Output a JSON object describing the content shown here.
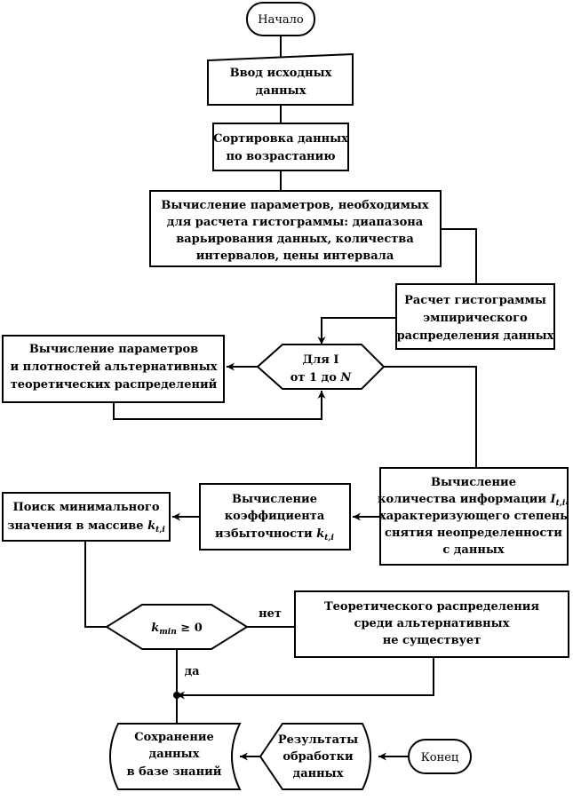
{
  "start": {
    "label": "Начало"
  },
  "input": {
    "lines": [
      "Ввод исходных",
      "данных"
    ]
  },
  "sort": {
    "lines": [
      "Сортировка данных",
      "по возрастанию"
    ]
  },
  "params": {
    "lines": [
      "Вычисление параметров, необходимых",
      "для расчета гистограммы: диапазона",
      "варьирования данных, количества",
      "интервалов, цены интервала"
    ]
  },
  "histogram": {
    "lines": [
      "Расчет гистограммы",
      "эмпирического",
      "распределения данных"
    ]
  },
  "loop": {
    "line1": "Для I",
    "line2_prefix": "от 1 до ",
    "line2_var": "N"
  },
  "alt": {
    "lines": [
      "Вычисление параметров",
      "и плотностей альтернативных",
      "теоретических распределений"
    ]
  },
  "info": {
    "line1": "Вычисление",
    "line2_prefix": "количества информации ",
    "line2_var": "I",
    "line2_sub": "t,i",
    "line2_suffix": ",",
    "line3": "характеризующего степень",
    "line4": "снятия неопределенности",
    "line5": "с данных"
  },
  "redundancy": {
    "line1": "Вычисление",
    "line2": "коэффициента",
    "line3_prefix": "избыточности ",
    "line3_var": "k",
    "line3_sub": "t,i"
  },
  "minsearch": {
    "line1": "Поиск минимального",
    "line2_prefix": "значения в массиве ",
    "line2_var": "k",
    "line2_sub": "t,i"
  },
  "condition": {
    "var": "k",
    "sub": "min",
    "rest": " ≥ 0"
  },
  "no_label": "нет",
  "yes_label": "да",
  "none": {
    "lines": [
      "Теоретического распределения",
      "среди альтернативных",
      "не существует"
    ]
  },
  "save": {
    "lines": [
      "Сохранение",
      "данных",
      "в базе знаний"
    ]
  },
  "results": {
    "lines": [
      "Результаты",
      "обработки",
      "данных"
    ]
  },
  "end": {
    "label": "Конец"
  }
}
